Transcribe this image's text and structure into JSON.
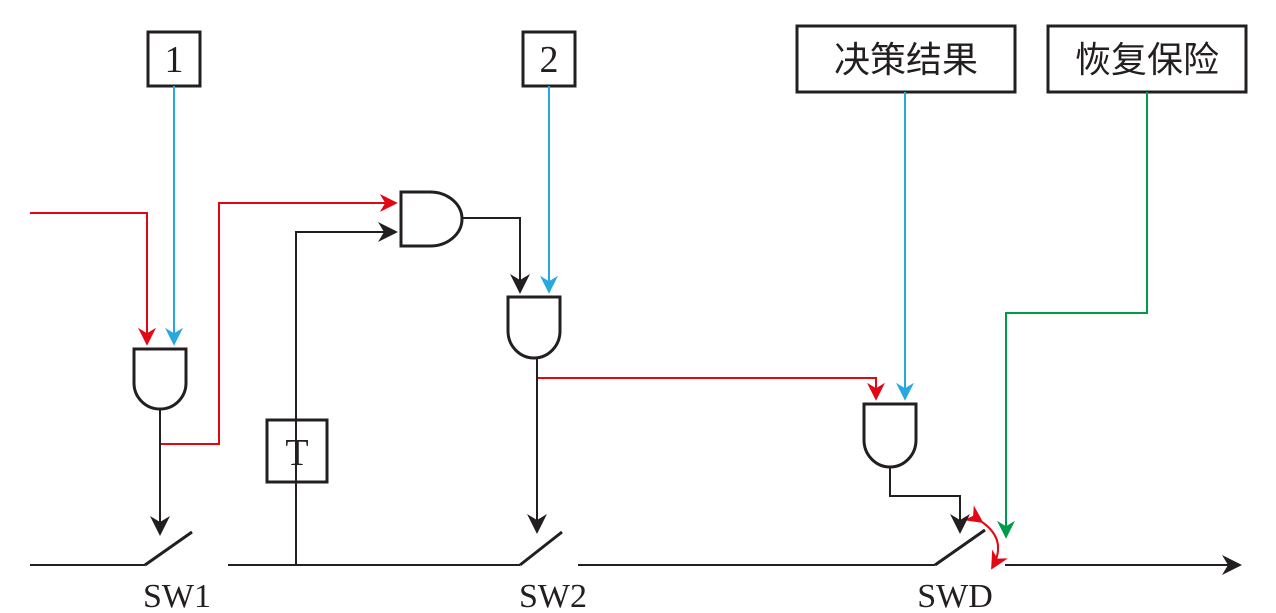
{
  "inputs": {
    "input_1": "1",
    "input_2": "2",
    "decision_result": "决策结果",
    "restore_protection": "恢复保险",
    "timer": "T"
  },
  "switches": {
    "sw1": "SW1",
    "sw2": "SW2",
    "swd": "SWD"
  },
  "colors": {
    "red": "#e30613",
    "blue": "#29a8df",
    "green": "#009b48",
    "black": "#231f20"
  }
}
